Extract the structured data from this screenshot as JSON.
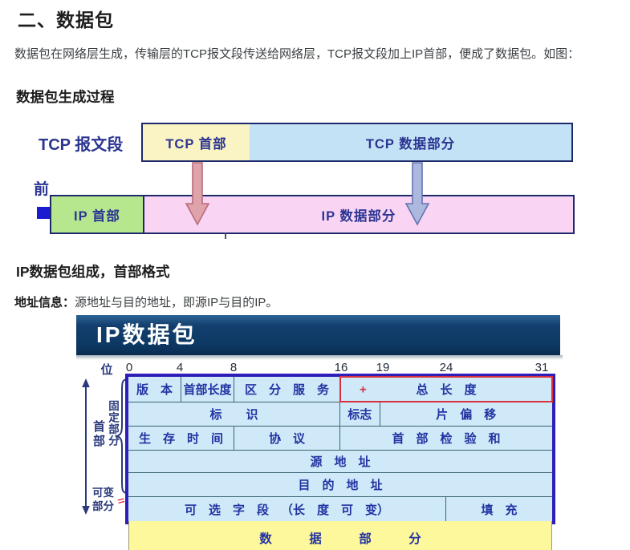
{
  "page": {
    "title": "二、数据包",
    "intro": "数据包在网络层生成，传输层的TCP报文段传送给网络层，TCP报文段加上IP首部，便成了数据包。如图：",
    "section1_heading": "数据包生成过程",
    "section2_heading": "IP数据包组成，首部格式",
    "address_label": "地址信息：",
    "address_text": "源地址与目的地址，即源IP与目的IP。"
  },
  "tcp_diagram": {
    "segment_label": "TCP 报文段",
    "tcp_header": "TCP 首部",
    "tcp_data": "TCP 数据部分",
    "prefix_char": "前",
    "ip_header": "IP 首部",
    "ip_data": "IP 数据部分"
  },
  "ip_packet": {
    "banner_title": "IP数据包",
    "bit_label": "位",
    "bit_ticks": [
      "0",
      "4",
      "8",
      "16",
      "19",
      "24",
      "31"
    ],
    "plus_mark": "+",
    "break_mark": "=",
    "left_labels": {
      "header": "首部",
      "fixed": "固定部分",
      "variable_line1": "可变",
      "variable_line2": "部分"
    },
    "data_row": "数   据   部   分",
    "rows": [
      {
        "h": 32,
        "cells": [
          {
            "name": "version",
            "label": "版 本",
            "bits": 4
          },
          {
            "name": "header-length",
            "label": "首部长度",
            "bits": 4
          },
          {
            "name": "differentiated-services",
            "label": "区 分 服 务",
            "bits": 8
          },
          {
            "name": "total-length",
            "label": "总 长 度",
            "bits": 16,
            "red": true,
            "plus": true
          }
        ]
      },
      {
        "h": 30,
        "cells": [
          {
            "name": "identification",
            "label": "标  识",
            "bits": 16
          },
          {
            "name": "flags",
            "label": "标志",
            "bits": 3
          },
          {
            "name": "fragment-offset",
            "label": "片 偏 移",
            "bits": 13
          }
        ]
      },
      {
        "h": 30,
        "cells": [
          {
            "name": "ttl",
            "label": "生 存 时 间",
            "bits": 8
          },
          {
            "name": "protocol",
            "label": "协 议",
            "bits": 8
          },
          {
            "name": "header-checksum",
            "label": "首 部 检 验 和",
            "bits": 16
          }
        ]
      },
      {
        "h": 28,
        "cells": [
          {
            "name": "source-address",
            "label": "源 地 址",
            "bits": 32
          }
        ]
      },
      {
        "h": 30,
        "cells": [
          {
            "name": "destination-address",
            "label": "目 的 地 址",
            "bits": 32
          }
        ]
      },
      {
        "h": 30,
        "cells": [
          {
            "name": "options",
            "label": "可 选 字 段 （长 度 可 变）",
            "bits": 24
          },
          {
            "name": "padding",
            "label": "填 充",
            "bits": 8
          }
        ]
      }
    ]
  },
  "colors": {
    "heading": "#1d1d1f",
    "body-text": "#3c4043",
    "diag-border": "#1c2a6b",
    "diag-text": "#2b3592",
    "tcp-header-bg": "#faf3c4",
    "tcp-data-bg": "#c3e2f5",
    "ip-header-bg": "#b6e78f",
    "ip-data-bg": "#fad4f3",
    "arrow-pink": "#dfa3ab",
    "arrow-pink-edge": "#b96c7a",
    "arrow-blue": "#adb8de",
    "arrow-blue-edge": "#6573b2",
    "square-blue": "#1b1bd0",
    "banner-bg": "#0d3864",
    "banner-text": "#ffffff",
    "cell-bg": "#cfe9f8",
    "cell-text": "#2333a2",
    "cell-line": "#3c6474",
    "tbl-border": "#2e1db8",
    "red": "#d9303e",
    "yellow": "#fdf89b",
    "annot": "#2a3a7c",
    "scale-text": "#232b3a"
  }
}
